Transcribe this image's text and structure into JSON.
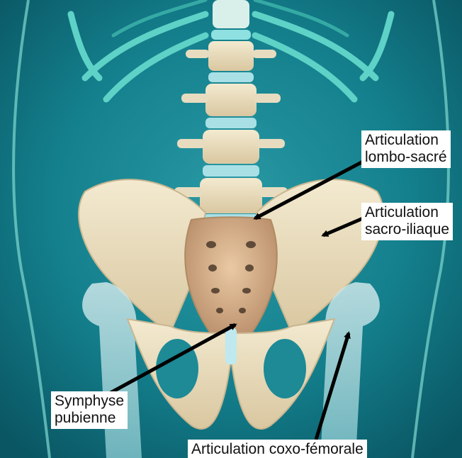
{
  "labels": {
    "lombo_sacre": {
      "line1": "Articulation",
      "line2": "lombo-sacré"
    },
    "sacro_iliaque": {
      "line1": "Articulation",
      "line2": "sacro-iliaque"
    },
    "symphyse": {
      "line1": "Symphyse",
      "line2": "pubienne"
    },
    "coxo_femorale": {
      "line1": "Articulation coxo-fémorale"
    }
  },
  "colors": {
    "background": "#0f6b78",
    "bone": "#efe3c6",
    "disc": "#a9e0e6",
    "ribs": "#5fd2c7",
    "arrow": "#000000"
  }
}
